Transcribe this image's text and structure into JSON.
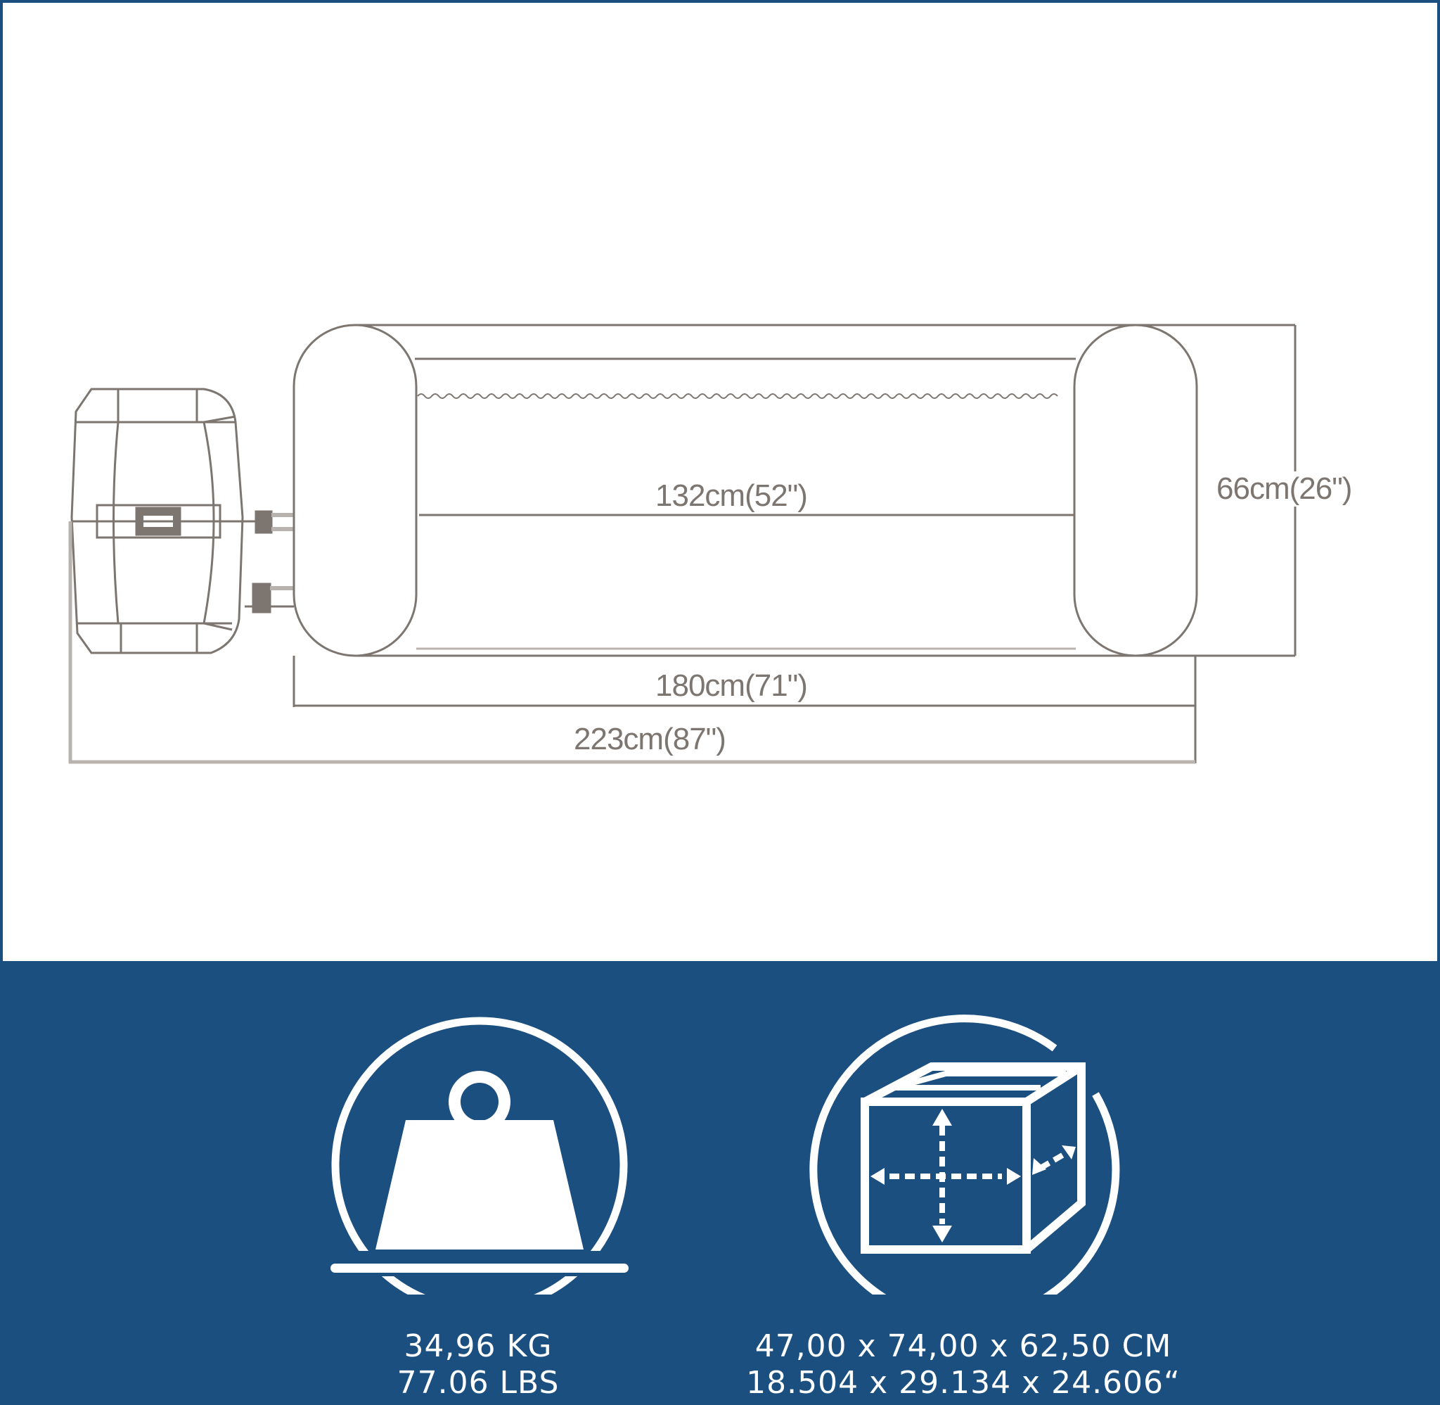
{
  "colors": {
    "brand_blue": "#1a4f80",
    "line_gray": "#7d7570",
    "background_white": "#ffffff",
    "text_white": "#ffffff"
  },
  "diagram": {
    "subject": "inflatable spa with pump unit, side view",
    "dimensions": {
      "inner_length": "132cm(52\")",
      "height": "66cm(26\")",
      "outer_length": "180cm(71\")",
      "total_length": "223cm(87\")"
    }
  },
  "specs": {
    "weight": {
      "icon": "weight-icon",
      "line1": "34,96 KG",
      "line2": "77.06 LBS"
    },
    "package": {
      "icon": "box-dimensions-icon",
      "line1": "47,00 x 74,00 x 62,50 CM",
      "line2": "18.504 x 29.134 x 24.606“"
    }
  }
}
